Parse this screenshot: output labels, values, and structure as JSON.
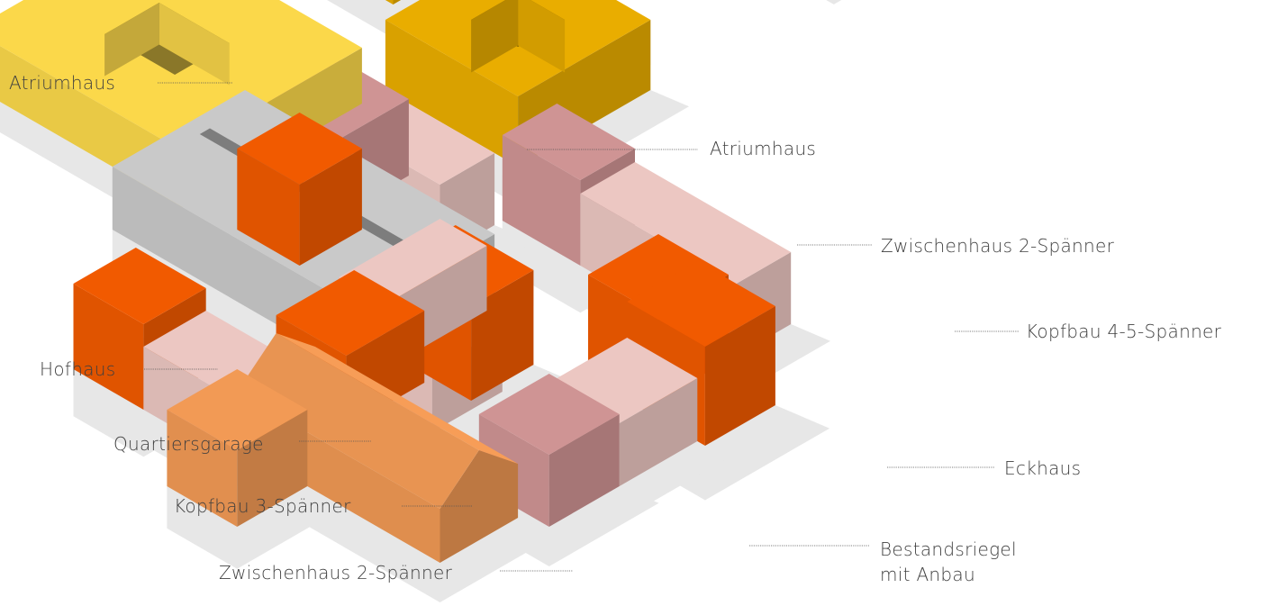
{
  "colors": {
    "atrium": "#e9ad00",
    "hofhaus": "#fbd84a",
    "garage": "#c9c9c9",
    "orange": "#f15a00",
    "rose": "#cf9494",
    "pink": "#ecc7c2",
    "bestand": "#f29a55",
    "shed": "#ebebeb",
    "shadow": "#e7e7e7",
    "text": "#3f3f3f",
    "leader": "#555555"
  },
  "labels": {
    "atrium_left": "Atriumhaus",
    "atrium_right": "Atriumhaus",
    "zwischen_top": "Zwischenhaus 2-Spänner",
    "kopf_45": "Kopfbau 4-5-Spänner",
    "hofhaus": "Hofhaus",
    "quartiersgarage": "Quartiersgarage",
    "eckhaus": "Eckhaus",
    "kopf_3": "Kopfbau 3-Spänner",
    "bestand_line1": "Bestandsriegel",
    "bestand_line2": "mit Anbau",
    "zwischen_bottom": "Zwischenhaus 2-Spänner"
  }
}
